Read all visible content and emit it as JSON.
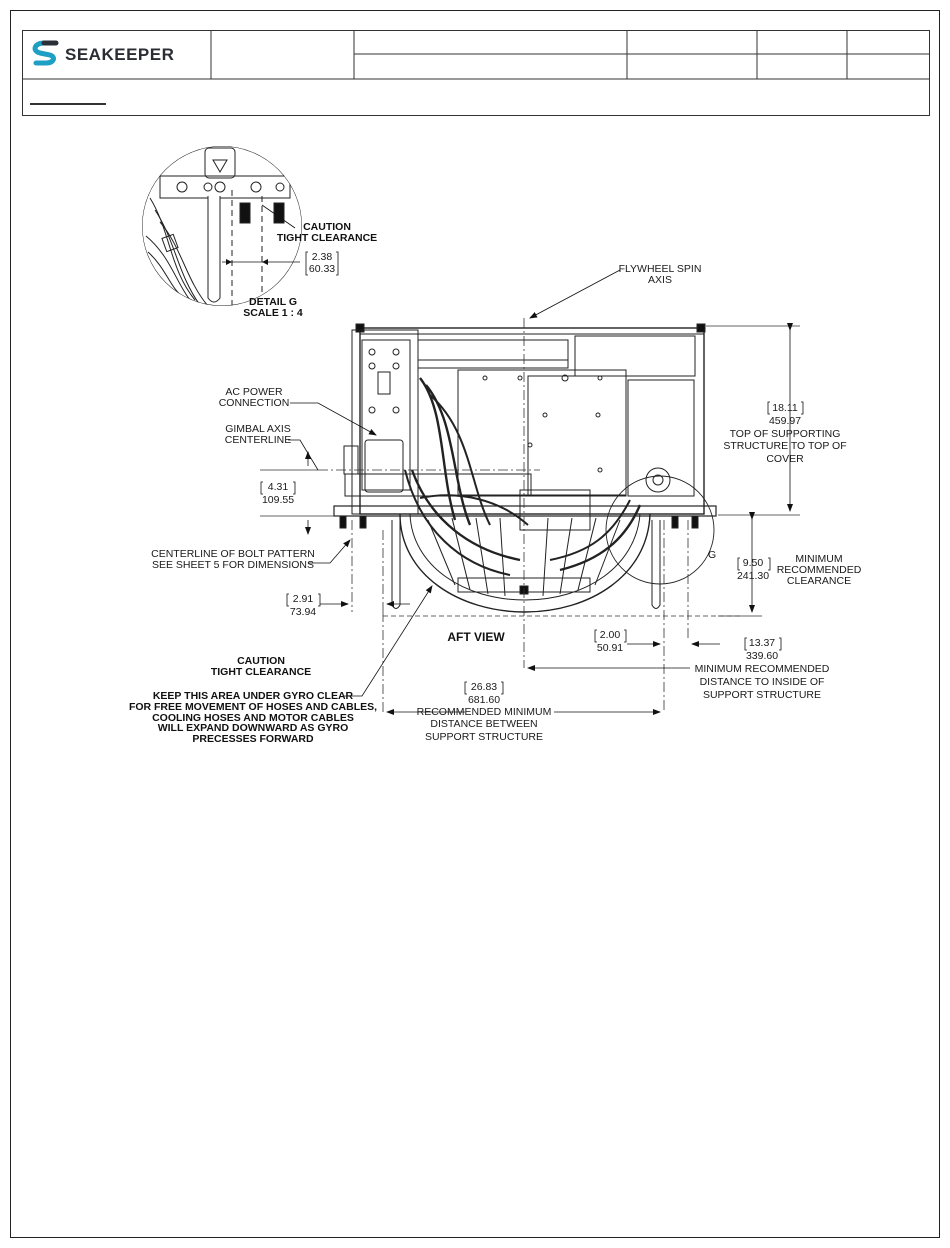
{
  "brand": {
    "name": "SEAKEEPER",
    "logo": "seakeeper-s-logo"
  },
  "detail": {
    "caution": "CAUTION",
    "tight_clearance": "TIGHT CLEARANCE",
    "dim_in": "2.38",
    "dim_mm": "60.33",
    "title": "DETAIL G",
    "scale": "SCALE 1 : 4"
  },
  "callouts": {
    "flywheel_1": "FLYWHEEL SPIN",
    "flywheel_2": "AXIS",
    "ac_1": "AC POWER",
    "ac_2": "CONNECTION",
    "gimbal_1": "GIMBAL AXIS",
    "gimbal_2": "CENTERLINE",
    "bolt_1": "CENTERLINE OF BOLT PATTERN",
    "bolt_2": "SEE SHEET 5 FOR DIMENSIONS",
    "caution_1": "CAUTION",
    "caution_2": "TIGHT CLEARANCE",
    "keep_1": "KEEP THIS AREA UNDER GYRO CLEAR",
    "keep_2": "FOR FREE MOVEMENT OF HOSES AND CABLES,",
    "keep_3": "COOLING HOSES AND MOTOR CABLES",
    "keep_4": "WILL EXPAND DOWNWARD AS GYRO",
    "keep_5": "PRECESSES FORWARD",
    "view_title": "AFT VIEW",
    "detail_marker": "G"
  },
  "dimensions": {
    "top_in": "18.11",
    "top_mm": "459.97",
    "top_1": "TOP OF SUPPORTING",
    "top_2": "STRUCTURE TO TOP OF",
    "top_3": "COVER",
    "gimbal_in": "4.31",
    "gimbal_mm": "109.55",
    "min_in": "9.50",
    "min_mm": "241.30",
    "min_1": "MINIMUM",
    "min_2": "RECOMMENDED",
    "min_3": "CLEARANCE",
    "offset_in": "2.91",
    "offset_mm": "73.94",
    "span_in": "2.00",
    "span_mm": "50.91",
    "dist_in": "13.37",
    "dist_mm": "339.60",
    "dist_1": "MINIMUM RECOMMENDED",
    "dist_2": "DISTANCE TO INSIDE OF",
    "dist_3": "SUPPORT STRUCTURE",
    "width_in": "26.83",
    "width_mm": "681.60",
    "width_1": "RECOMMENDED MINIMUM",
    "width_2": "DISTANCE BETWEEN",
    "width_3": "SUPPORT STRUCTURE"
  }
}
